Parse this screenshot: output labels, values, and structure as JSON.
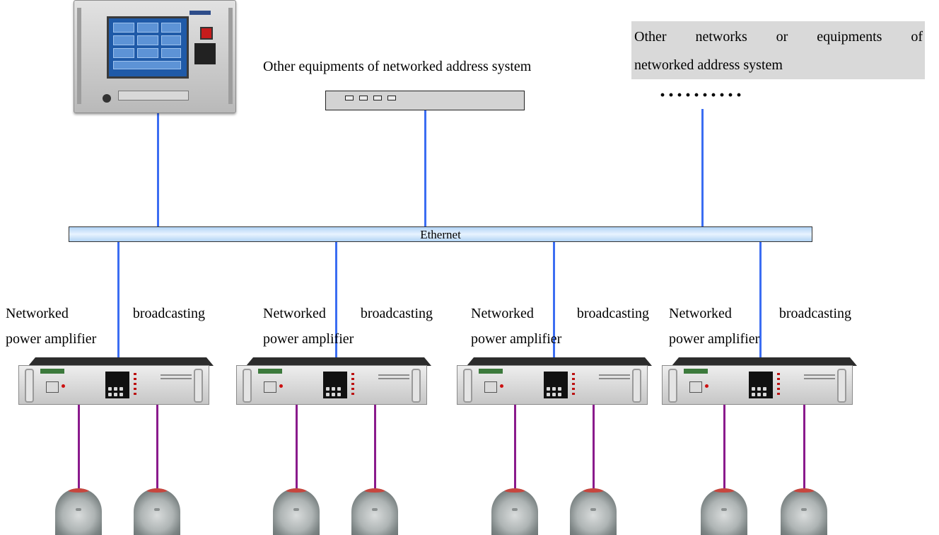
{
  "labels": {
    "other_equipment": "Other equipments of networked address system",
    "other_networks_words": [
      "Other",
      "networks",
      "or",
      "equipments",
      "of"
    ],
    "other_networks_line2": "networked address system",
    "ellipsis": "··········",
    "ethernet": "Ethernet"
  },
  "amplifiers": [
    {
      "line1_a": "Networked",
      "line1_b": "broadcasting",
      "line2": "power amplifier"
    },
    {
      "line1_a": "Networked",
      "line1_b": "broadcasting",
      "line2": "power amplifier"
    },
    {
      "line1_a": "Networked",
      "line1_b": "broadcasting",
      "line2": "power amplifier"
    },
    {
      "line1_a": "Networked",
      "line1_b": "broadcasting",
      "line2": "power amplifier"
    }
  ],
  "colors": {
    "network_line": "#3b6df2",
    "speaker_line": "#8a1a8c",
    "ethernet_bar": "#b2d4f5",
    "note_background": "#d9d9d9"
  },
  "icons": [
    "server-rack-icon",
    "network-device-icon",
    "amplifier-icon",
    "ceiling-speaker-icon"
  ]
}
